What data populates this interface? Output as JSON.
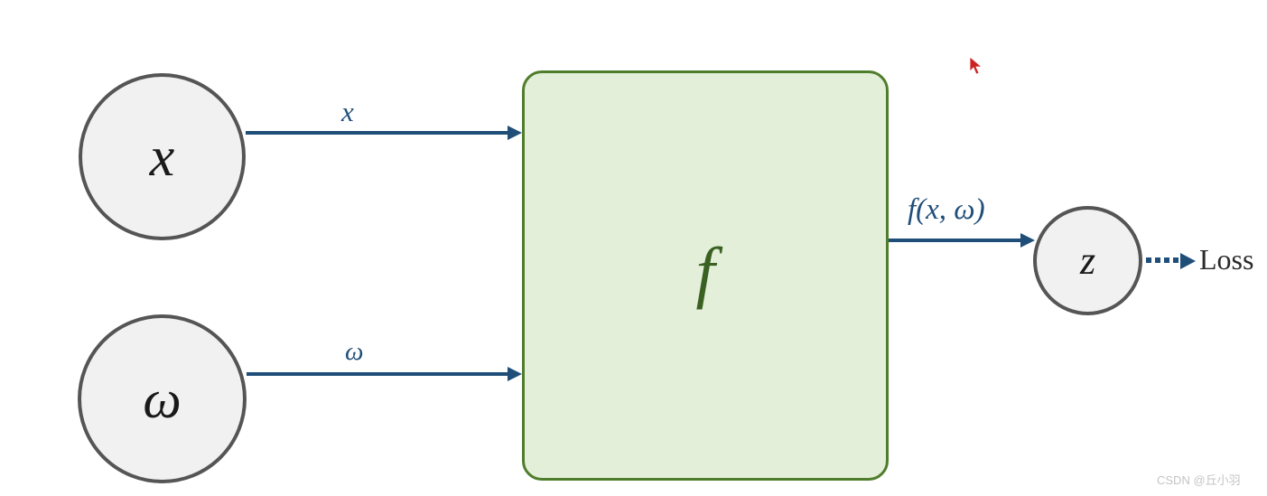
{
  "diagram": {
    "title": "computational-graph-forward-pass",
    "background_color": "#ffffff",
    "nodes": [
      {
        "id": "x",
        "label": "x",
        "shape": "circle",
        "fill": "#f1f1f1",
        "stroke": "#555555"
      },
      {
        "id": "omega",
        "label": "ω",
        "shape": "circle",
        "fill": "#f1f1f1",
        "stroke": "#555555"
      },
      {
        "id": "z",
        "label": "z",
        "shape": "circle",
        "fill": "#f1f1f1",
        "stroke": "#555555"
      }
    ],
    "function_box": {
      "label": "f",
      "fill": "#e3efd9",
      "stroke": "#4e7d2b",
      "text_color": "#3b6122"
    },
    "edges": [
      {
        "id": "x-to-f",
        "label": "x",
        "style": "solid",
        "color": "#1f4e79"
      },
      {
        "id": "omega-to-f",
        "label": "ω",
        "style": "solid",
        "color": "#1f4e79"
      },
      {
        "id": "f-to-z",
        "label": "f(x, ω)",
        "style": "solid",
        "color": "#1f4e79"
      },
      {
        "id": "z-to-loss",
        "label": "",
        "style": "dotted",
        "color": "#1f4e79"
      }
    ],
    "terminal": {
      "label": "Loss",
      "color": "#2b2b2b"
    },
    "watermark": {
      "text": "CSDN @丘小羽",
      "color": "#c4c4c4"
    },
    "cursor": {
      "type": "arrow-pointer",
      "color": "#cc2222"
    }
  }
}
